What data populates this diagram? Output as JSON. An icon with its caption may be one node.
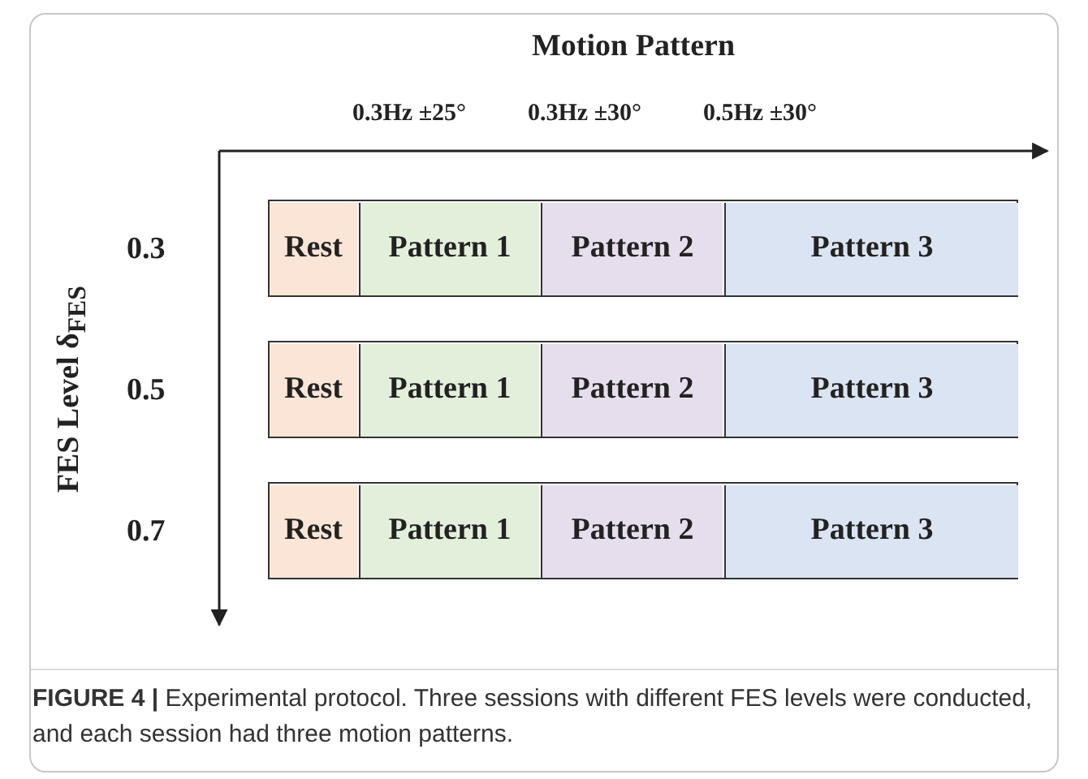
{
  "diagram": {
    "caption": "**FIGURE 4 |** Experimental protocol. Three sessions with different FES levels were conducted, and each session had three motion patterns.",
    "nodes": [
      {
        "text": [
          "Rest"
        ]
      },
      {
        "text": [
          "Pattern 1"
        ]
      },
      {
        "text": [
          "Pattern 2"
        ]
      },
      {
        "text": [
          "Pattern 3"
        ]
      },
      {
        "text": [
          "Rest"
        ]
      },
      {
        "text": [
          "Pattern 1"
        ]
      },
      {
        "text": [
          "Pattern 2"
        ]
      },
      {
        "text": [
          "Pattern 3"
        ]
      },
      {
        "text": [
          "Rest"
        ]
      },
      {
        "text": [
          "Pattern 1"
        ]
      },
      {
        "text": [
          "Pattern 2"
        ]
      },
      {
        "text": [
          "Pattern 3"
        ]
      }
    ],
    "edges": [],
    "labels": [
      "Motion Pattern",
      "0.3Hz ±25°",
      "0.3Hz ±30°",
      "0.5Hz ±30°",
      "FES Level δ$_{FES}$",
      "0.3",
      "0.5",
      "0.7"
    ]
  }
}
